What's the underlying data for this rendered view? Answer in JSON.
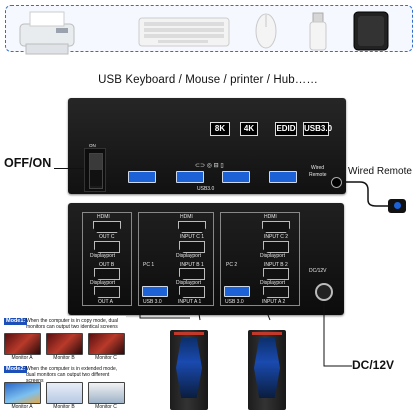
{
  "peripherals": {
    "items": [
      "printer-icon",
      "keyboard-icon",
      "mouse-icon",
      "usb-drive-icon",
      "hard-drive-icon"
    ],
    "label": "USB Keyboard / Mouse / printer / Hub……"
  },
  "front_panel": {
    "badges": [
      "8K",
      "4K",
      "EDID",
      "USB3.0"
    ],
    "switch_on": "ON",
    "usb_label": "USB3.0",
    "remote_port_label_1": "Wired",
    "remote_port_label_2": "Remote"
  },
  "callouts": {
    "off_on": "OFF/ON",
    "wired_remote": "Wired Remote",
    "dc": "DC/12V"
  },
  "back_panel": {
    "hdmi": "HDMI",
    "displayport": "Displayport",
    "out_c": "OUT C",
    "out_b": "OUT B",
    "out_a": "OUT A",
    "input_c1": "INPUT C 1",
    "input_b1": "INPUT B 1",
    "input_a1": "INPUT A 1",
    "input_c2": "INPUT C 2",
    "input_b2": "INPUT B 2",
    "input_a2": "INPUT A 2",
    "pc1": "PC 1",
    "pc2": "PC 2",
    "usb30": "USB 3.0",
    "dc": "DC/12V"
  },
  "modes": {
    "mode1_tag": "Mode1:",
    "mode1_text": "When the computer is in copy mode, dual monitors can output two identical screens",
    "mode2_tag": "Mode2:",
    "mode2_text": "When the computer is in extended mode, dual monitors can output two different screens",
    "monitor_a": "Monitor A",
    "monitor_b": "Monitor B",
    "monitor_c": "Monitor C"
  }
}
